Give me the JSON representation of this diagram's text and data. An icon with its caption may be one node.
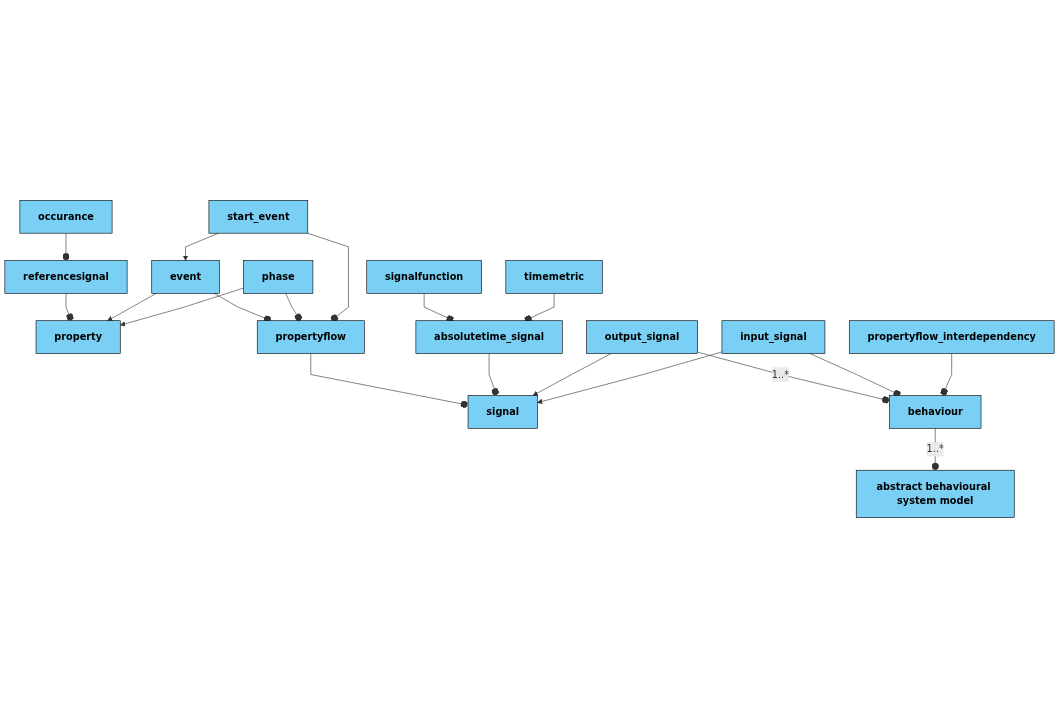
{
  "diagram": {
    "nodes": [
      {
        "text": [
          "property"
        ]
      },
      {
        "text": [
          "referencesignal"
        ]
      },
      {
        "text": [
          "occurance"
        ]
      },
      {
        "text": [
          "event"
        ]
      },
      {
        "text": [
          "phase"
        ]
      },
      {
        "text": [
          "start_event"
        ]
      },
      {
        "text": [
          "propertyflow"
        ]
      },
      {
        "text": [
          "absolutetime_signal"
        ]
      },
      {
        "text": [
          "signalfunction"
        ]
      },
      {
        "text": [
          "timemetric"
        ]
      },
      {
        "text": [
          "signal"
        ]
      },
      {
        "text": [
          "output_signal"
        ]
      },
      {
        "text": [
          "input_signal"
        ]
      },
      {
        "text": [
          "propertyflow_interdependency"
        ]
      },
      {
        "text": [
          "behaviour"
        ]
      },
      {
        "text": [
          "abstract behavioural system model"
        ]
      }
    ],
    "edges": [
      {
        "from": 1,
        "to": 0,
        "arrow": "other"
      },
      {
        "from": 2,
        "to": 1,
        "arrow": "other"
      },
      {
        "from": 3,
        "to": 0,
        "arrow": "to"
      },
      {
        "from": 4,
        "to": 0,
        "arrow": "to"
      },
      {
        "from": 5,
        "to": 3,
        "arrow": "to"
      },
      {
        "from": 3,
        "to": 6,
        "arrow": "other"
      },
      {
        "from": 4,
        "to": 6,
        "arrow": "other"
      },
      {
        "from": 5,
        "to": 6,
        "arrow": "other"
      },
      {
        "from": 8,
        "to": 7,
        "arrow": "other"
      },
      {
        "from": 9,
        "to": 7,
        "arrow": "other"
      },
      {
        "from": 6,
        "to": 10,
        "arrow": "other"
      },
      {
        "from": 7,
        "to": 10,
        "arrow": "other"
      },
      {
        "from": 11,
        "to": 10,
        "arrow": "to"
      },
      {
        "from": 12,
        "to": 10,
        "arrow": "to"
      },
      {
        "from": 11,
        "to": 14,
        "arrow": "other",
        "label": "1..*"
      },
      {
        "from": 12,
        "to": 14,
        "arrow": "other"
      },
      {
        "from": 13,
        "to": 14,
        "arrow": "other"
      },
      {
        "from": 14,
        "to": 15,
        "arrow": "other",
        "label": "1..*"
      }
    ]
  }
}
